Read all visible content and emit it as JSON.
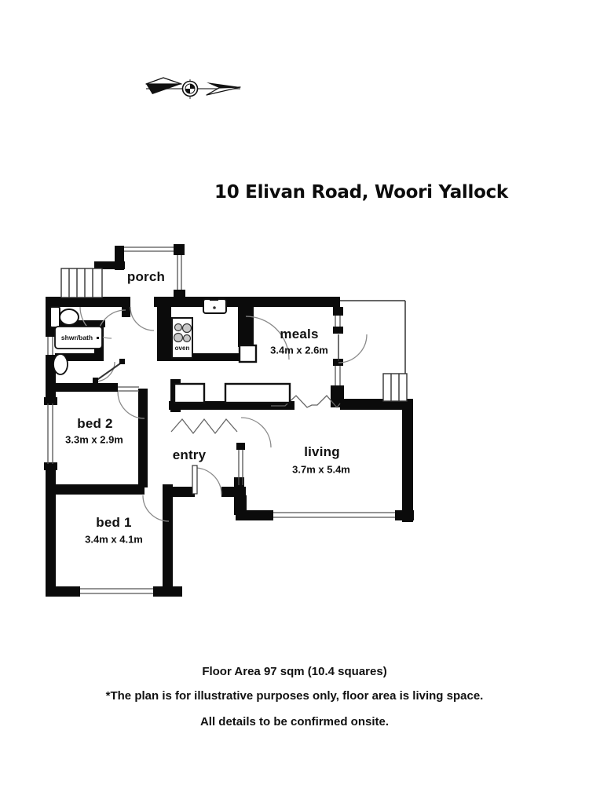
{
  "title": "10 Elivan Road, Woori Yallock",
  "icons": {
    "compass": "compass-north-arrow-pointing-right"
  },
  "rooms": {
    "porch": {
      "label": "porch",
      "dims": ""
    },
    "meals": {
      "label": "meals",
      "dims": "3.4m x 2.6m"
    },
    "bed2": {
      "label": "bed 2",
      "dims": "3.3m x 2.9m"
    },
    "entry": {
      "label": "entry",
      "dims": ""
    },
    "living": {
      "label": "living",
      "dims": "3.7m x 5.4m"
    },
    "bed1": {
      "label": "bed 1",
      "dims": "3.4m x 4.1m"
    }
  },
  "fixtures": {
    "shower_bath": {
      "label": "shwr/bath"
    },
    "oven": {
      "label": "oven"
    }
  },
  "footer": {
    "floor_area": "Floor Area 97 sqm (10.4 squares)",
    "disclaimer": "*The plan is for illustrative purposes only, floor area is living space.",
    "confirmation": "All details to be confirmed onsite."
  },
  "colors": {
    "wall": "#0b0b0b",
    "thin_line": "#555555",
    "arc": "#8a8a8a",
    "background": "#ffffff"
  }
}
